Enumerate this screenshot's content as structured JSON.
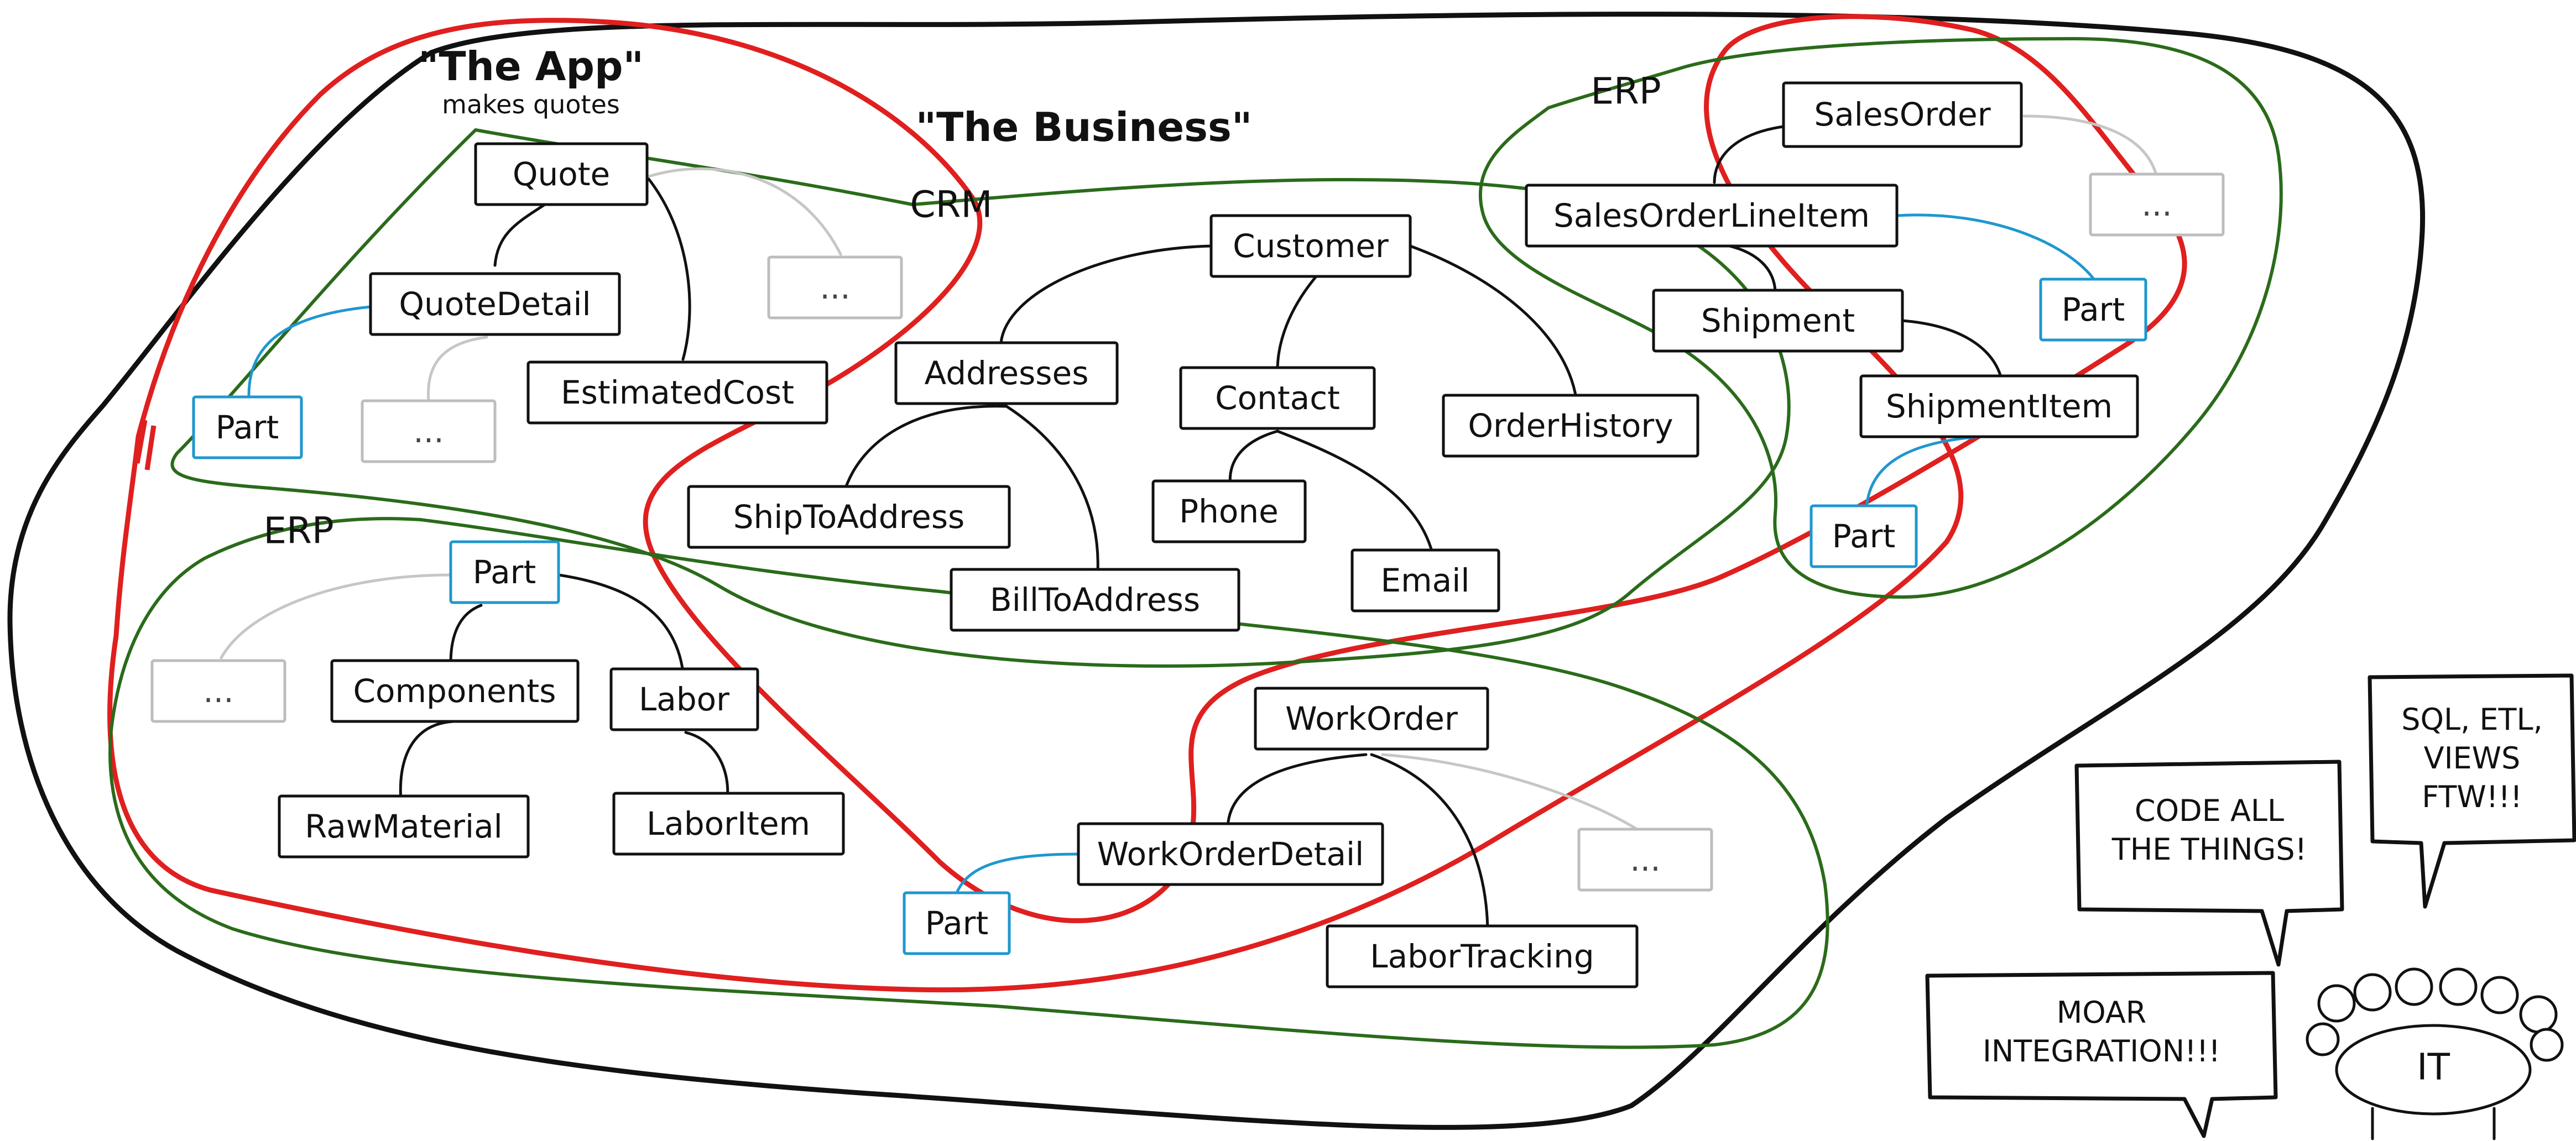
{
  "titles": {
    "app_title": "\"The App\"",
    "app_subtitle": "makes quotes",
    "business_title": "\"The Business\""
  },
  "area_labels": {
    "crm": "CRM",
    "erp_top": "ERP",
    "erp_left": "ERP"
  },
  "nodes": {
    "quote": "Quote",
    "quote_detail": "QuoteDetail",
    "estimated_cost": "EstimatedCost",
    "quote_part": "Part",
    "quote_ellipsis_a": "...",
    "quote_ellipsis_b": "...",
    "customer": "Customer",
    "addresses": "Addresses",
    "contact": "Contact",
    "order_history": "OrderHistory",
    "ship_to_address": "ShipToAddress",
    "bill_to_address": "BillToAddress",
    "phone": "Phone",
    "email": "Email",
    "sales_order": "SalesOrder",
    "sales_order_line_item": "SalesOrderLineItem",
    "shipment": "Shipment",
    "shipment_item": "ShipmentItem",
    "sales_part": "Part",
    "shipment_part": "Part",
    "sales_ellipsis": "...",
    "erp_part": "Part",
    "components": "Components",
    "labor": "Labor",
    "raw_material": "RawMaterial",
    "labor_item": "LaborItem",
    "erp_ellipsis": "...",
    "work_order": "WorkOrder",
    "work_order_detail": "WorkOrderDetail",
    "labor_tracking": "LaborTracking",
    "work_part": "Part",
    "work_ellipsis": "..."
  },
  "bubbles": {
    "sql_lines": [
      "SQL, ETL,",
      "VIEWS",
      "FTW!!!"
    ],
    "code_lines": [
      "CODE ALL",
      "THE THINGS!"
    ],
    "moar_lines": [
      "MOAR",
      "INTEGRATION!!!"
    ]
  },
  "it_label": "IT",
  "colors": {
    "outline": "#111111",
    "red_region": "#e01f1f",
    "green_region": "#2a6b1a",
    "part_blue": "#1f97cf",
    "gray_placeholder": "#bdbdbd"
  }
}
